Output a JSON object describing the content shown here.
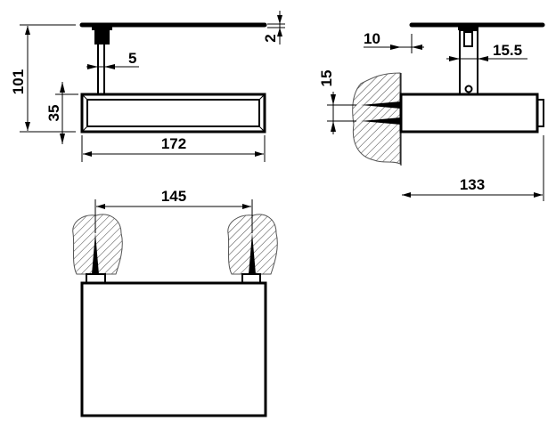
{
  "drawing": {
    "front_view": {
      "overall_height": "101",
      "body_height": "35",
      "rod_offset": "5",
      "plate_thickness": "2",
      "overall_width": "172"
    },
    "side_view": {
      "wall_gap": "10",
      "stem_width": "15.5",
      "screw_spacing": "15",
      "depth": "133"
    },
    "top_view": {
      "screw_distance": "145"
    },
    "colors": {
      "line": "#000000",
      "background": "#ffffff"
    }
  }
}
